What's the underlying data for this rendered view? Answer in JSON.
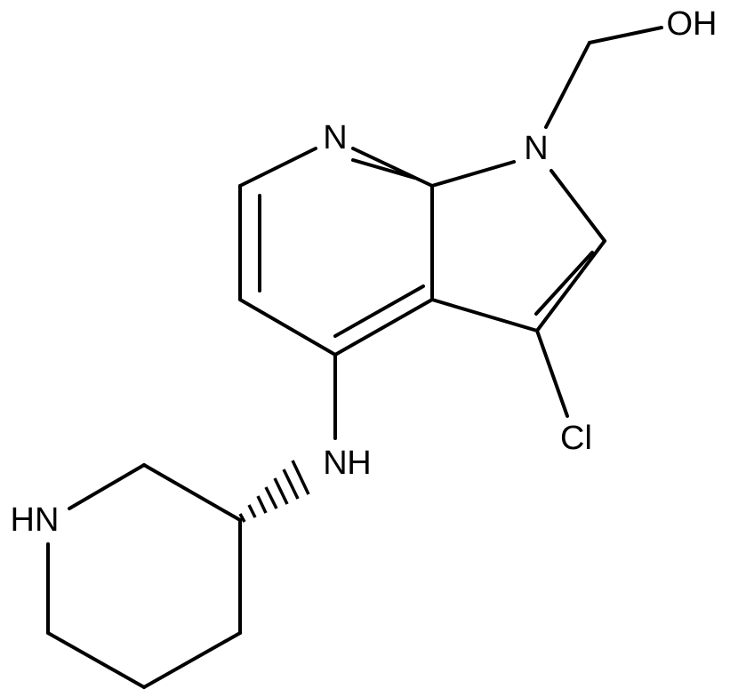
{
  "molecule": {
    "labels": {
      "hydroxyl": "OH",
      "pyrrole_n": "N",
      "pyridine_n": "N",
      "chloro": "Cl",
      "amine_nh": "N",
      "amine_nh_h": "H",
      "piperidine_nh": "HN"
    }
  },
  "colors": {
    "stroke": "#000000",
    "background": "#ffffff"
  }
}
